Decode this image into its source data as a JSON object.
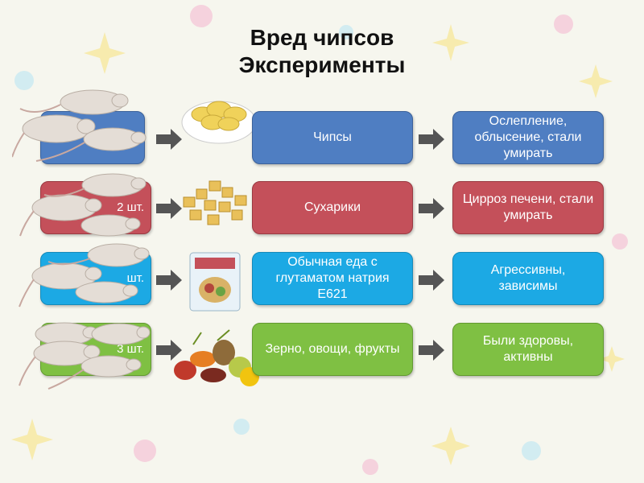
{
  "title": {
    "line1": "Вред чипсов",
    "line2": "Эксперименты"
  },
  "rows": [
    {
      "group": "",
      "food": "Чипсы",
      "result": "Ослепление, облысение, стали умирать",
      "color": "#4f7ec2",
      "food_icon": "chips-bowl-image"
    },
    {
      "group": "2 шт.",
      "food": "Сухарики",
      "result": "Цирроз печени, стали умирать",
      "color": "#c4505a",
      "food_icon": "croutons-image"
    },
    {
      "group": "шт.",
      "food": "Обычная еда с глутаматом натрия Е621",
      "result": "Агрессивны, зависимы",
      "color": "#1ca9e4",
      "food_icon": "msg-packet-image"
    },
    {
      "group": "3 шт.",
      "food": "Зерно, овощи, фрукты",
      "result": "Были здоровы, активны",
      "color": "#7fc043",
      "food_icon": "fruits-vegetables-image"
    }
  ]
}
